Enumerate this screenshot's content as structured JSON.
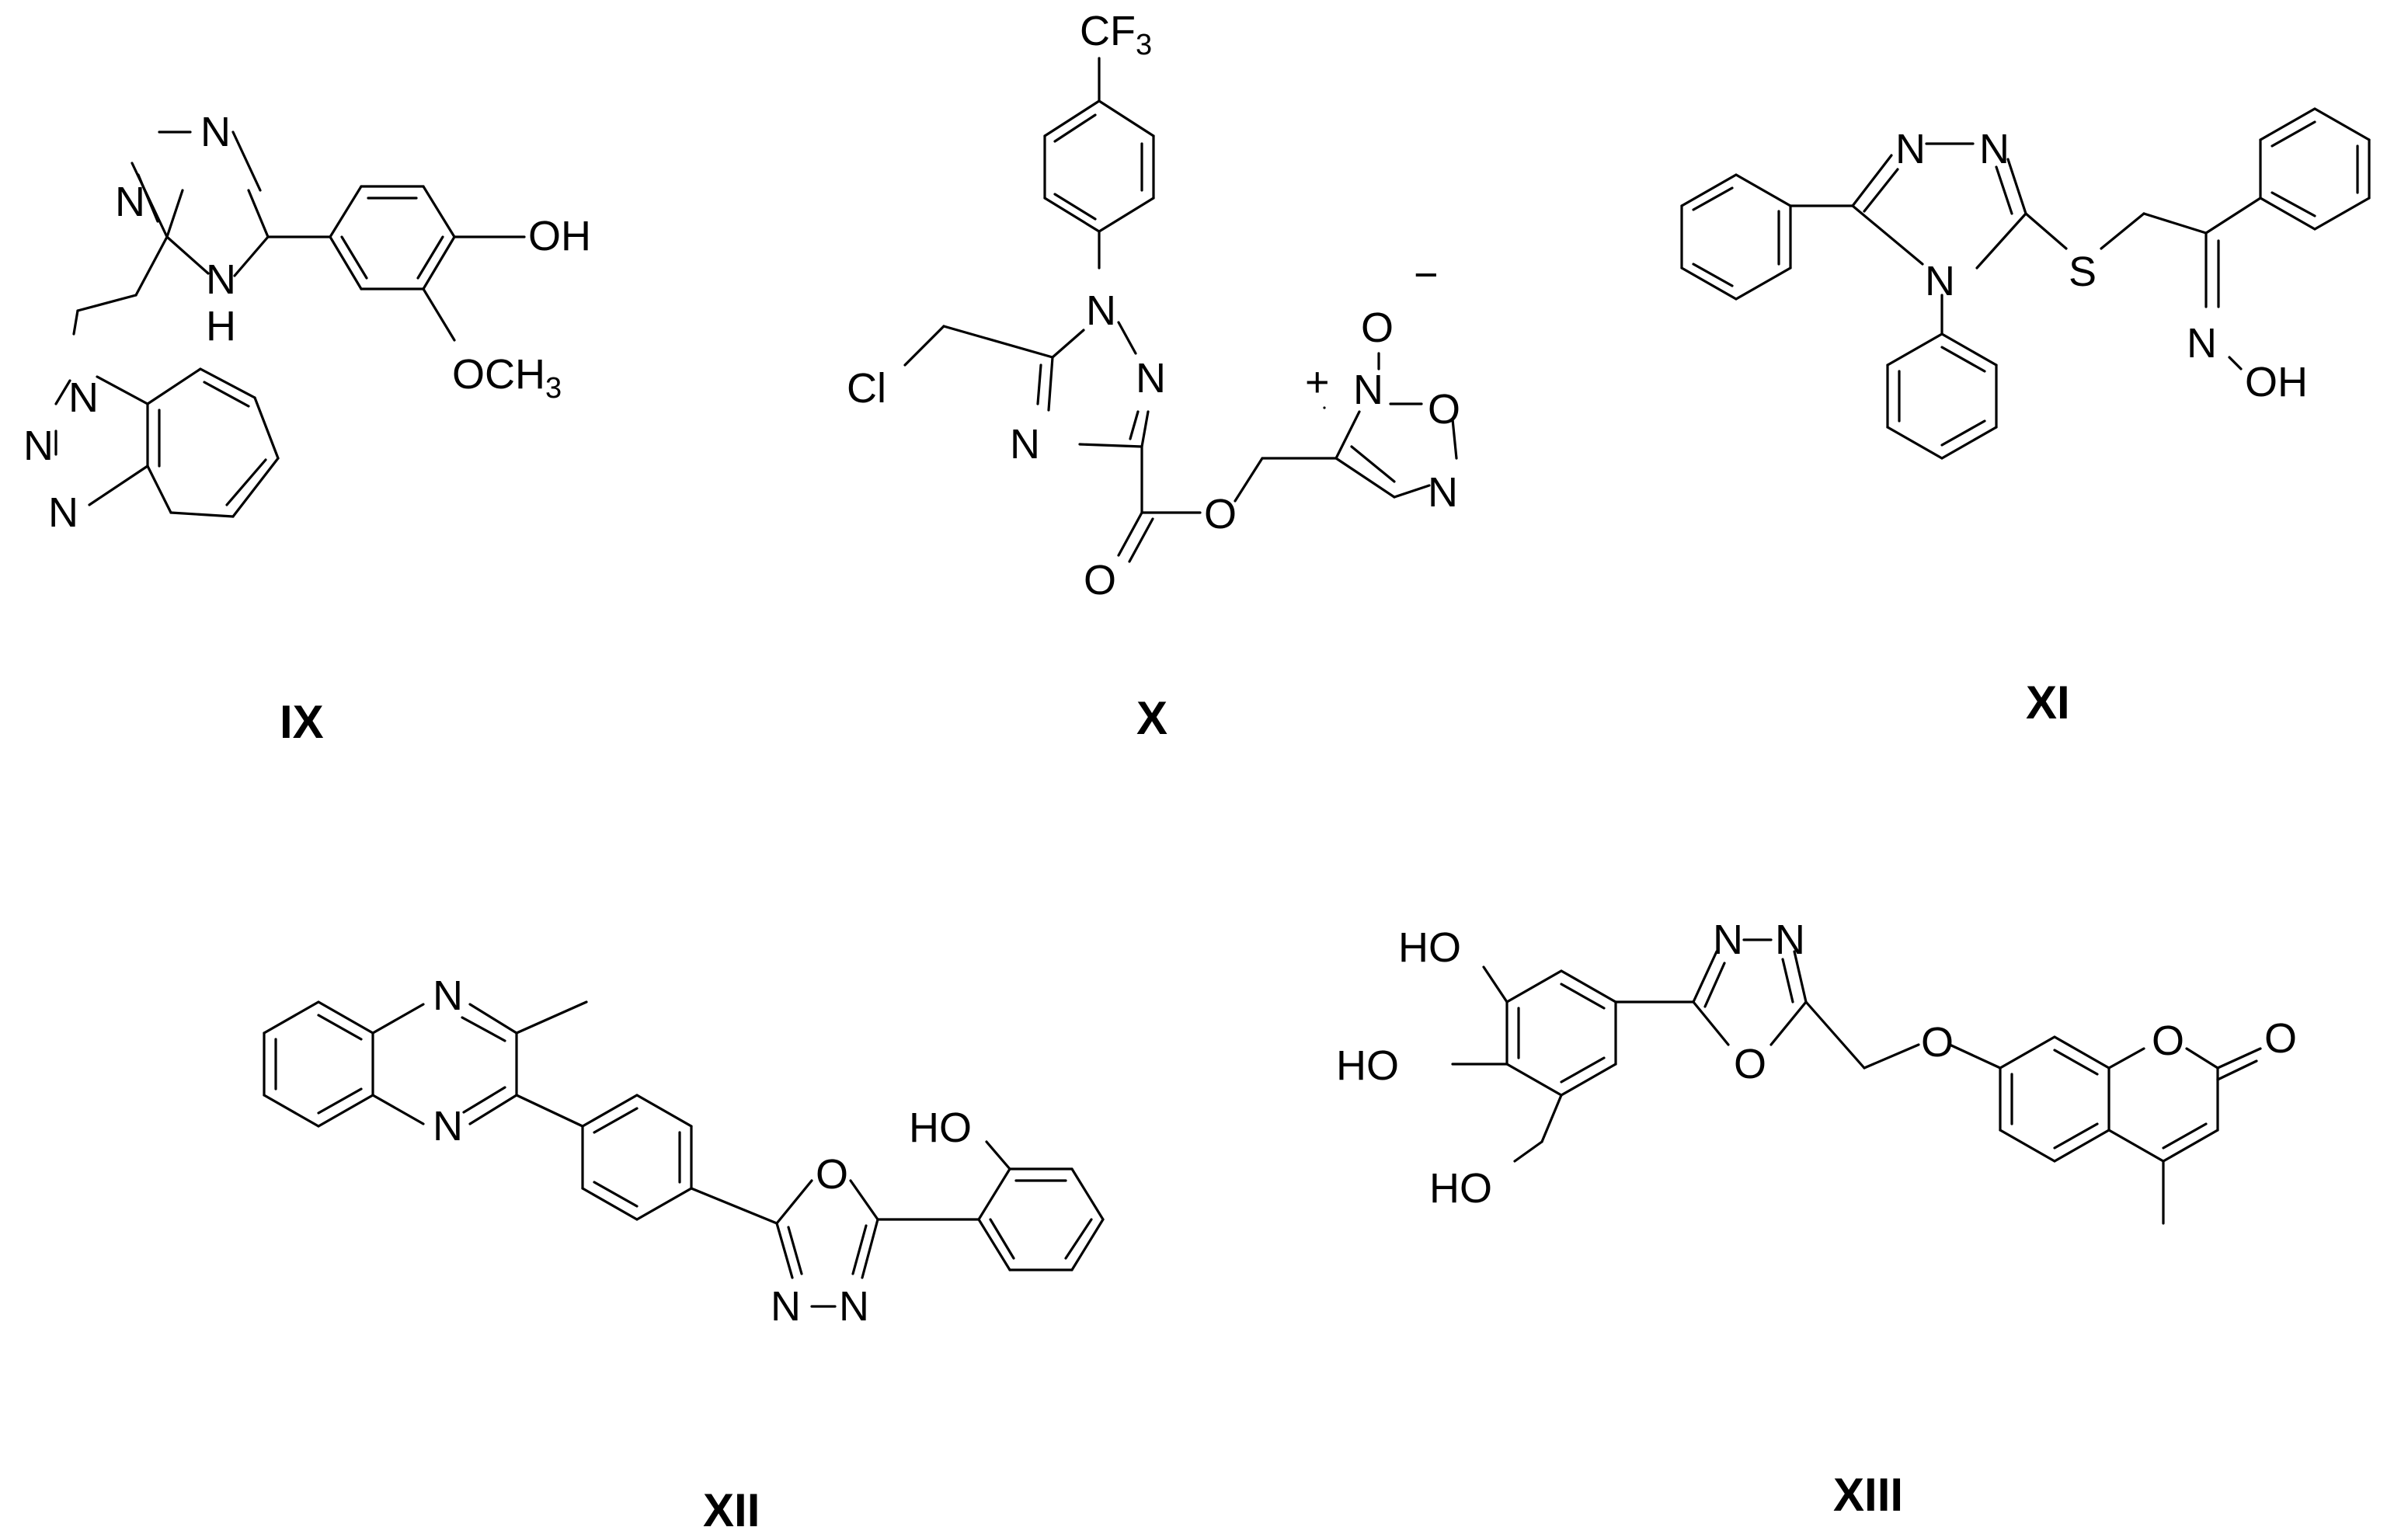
{
  "compounds": [
    {
      "id": "IX",
      "label": "IX",
      "atoms": {
        "n1": "N",
        "n2": "N",
        "n_nh": "N",
        "h_nh": "H",
        "oh": "OH",
        "och3": "OCH",
        "och3_sub": "3",
        "bt_n1": "N",
        "bt_n2": "N",
        "bt_n3": "N"
      }
    },
    {
      "id": "X",
      "label": "X",
      "atoms": {
        "cf3": "CF",
        "cf3_sub": "3",
        "cl": "Cl",
        "n1": "N",
        "n2": "N",
        "n4": "N",
        "o_carbonyl": "O",
        "o_ester": "O",
        "n_plus": "N",
        "plus": "+",
        "o_minus": "O",
        "minus": "−",
        "o_ring": "O",
        "n_ring": "N"
      }
    },
    {
      "id": "XI",
      "label": "XI",
      "atoms": {
        "n1": "N",
        "n2": "N",
        "n4": "N",
        "s": "S",
        "n_oxime": "N",
        "oh": "OH"
      }
    },
    {
      "id": "XII",
      "label": "XII",
      "atoms": {
        "q_n1": "N",
        "q_n4": "N",
        "ox_o": "O",
        "ox_n3": "N",
        "ox_n4": "N",
        "ho": "HO"
      }
    },
    {
      "id": "XIII",
      "label": "XIII",
      "atoms": {
        "ho1": "HO",
        "ho2": "HO",
        "ho3": "HO",
        "ox_n3": "N",
        "ox_n4": "N",
        "ox_o": "O",
        "o_ether": "O",
        "o_ring": "O",
        "o_carbonyl": "O"
      }
    }
  ]
}
